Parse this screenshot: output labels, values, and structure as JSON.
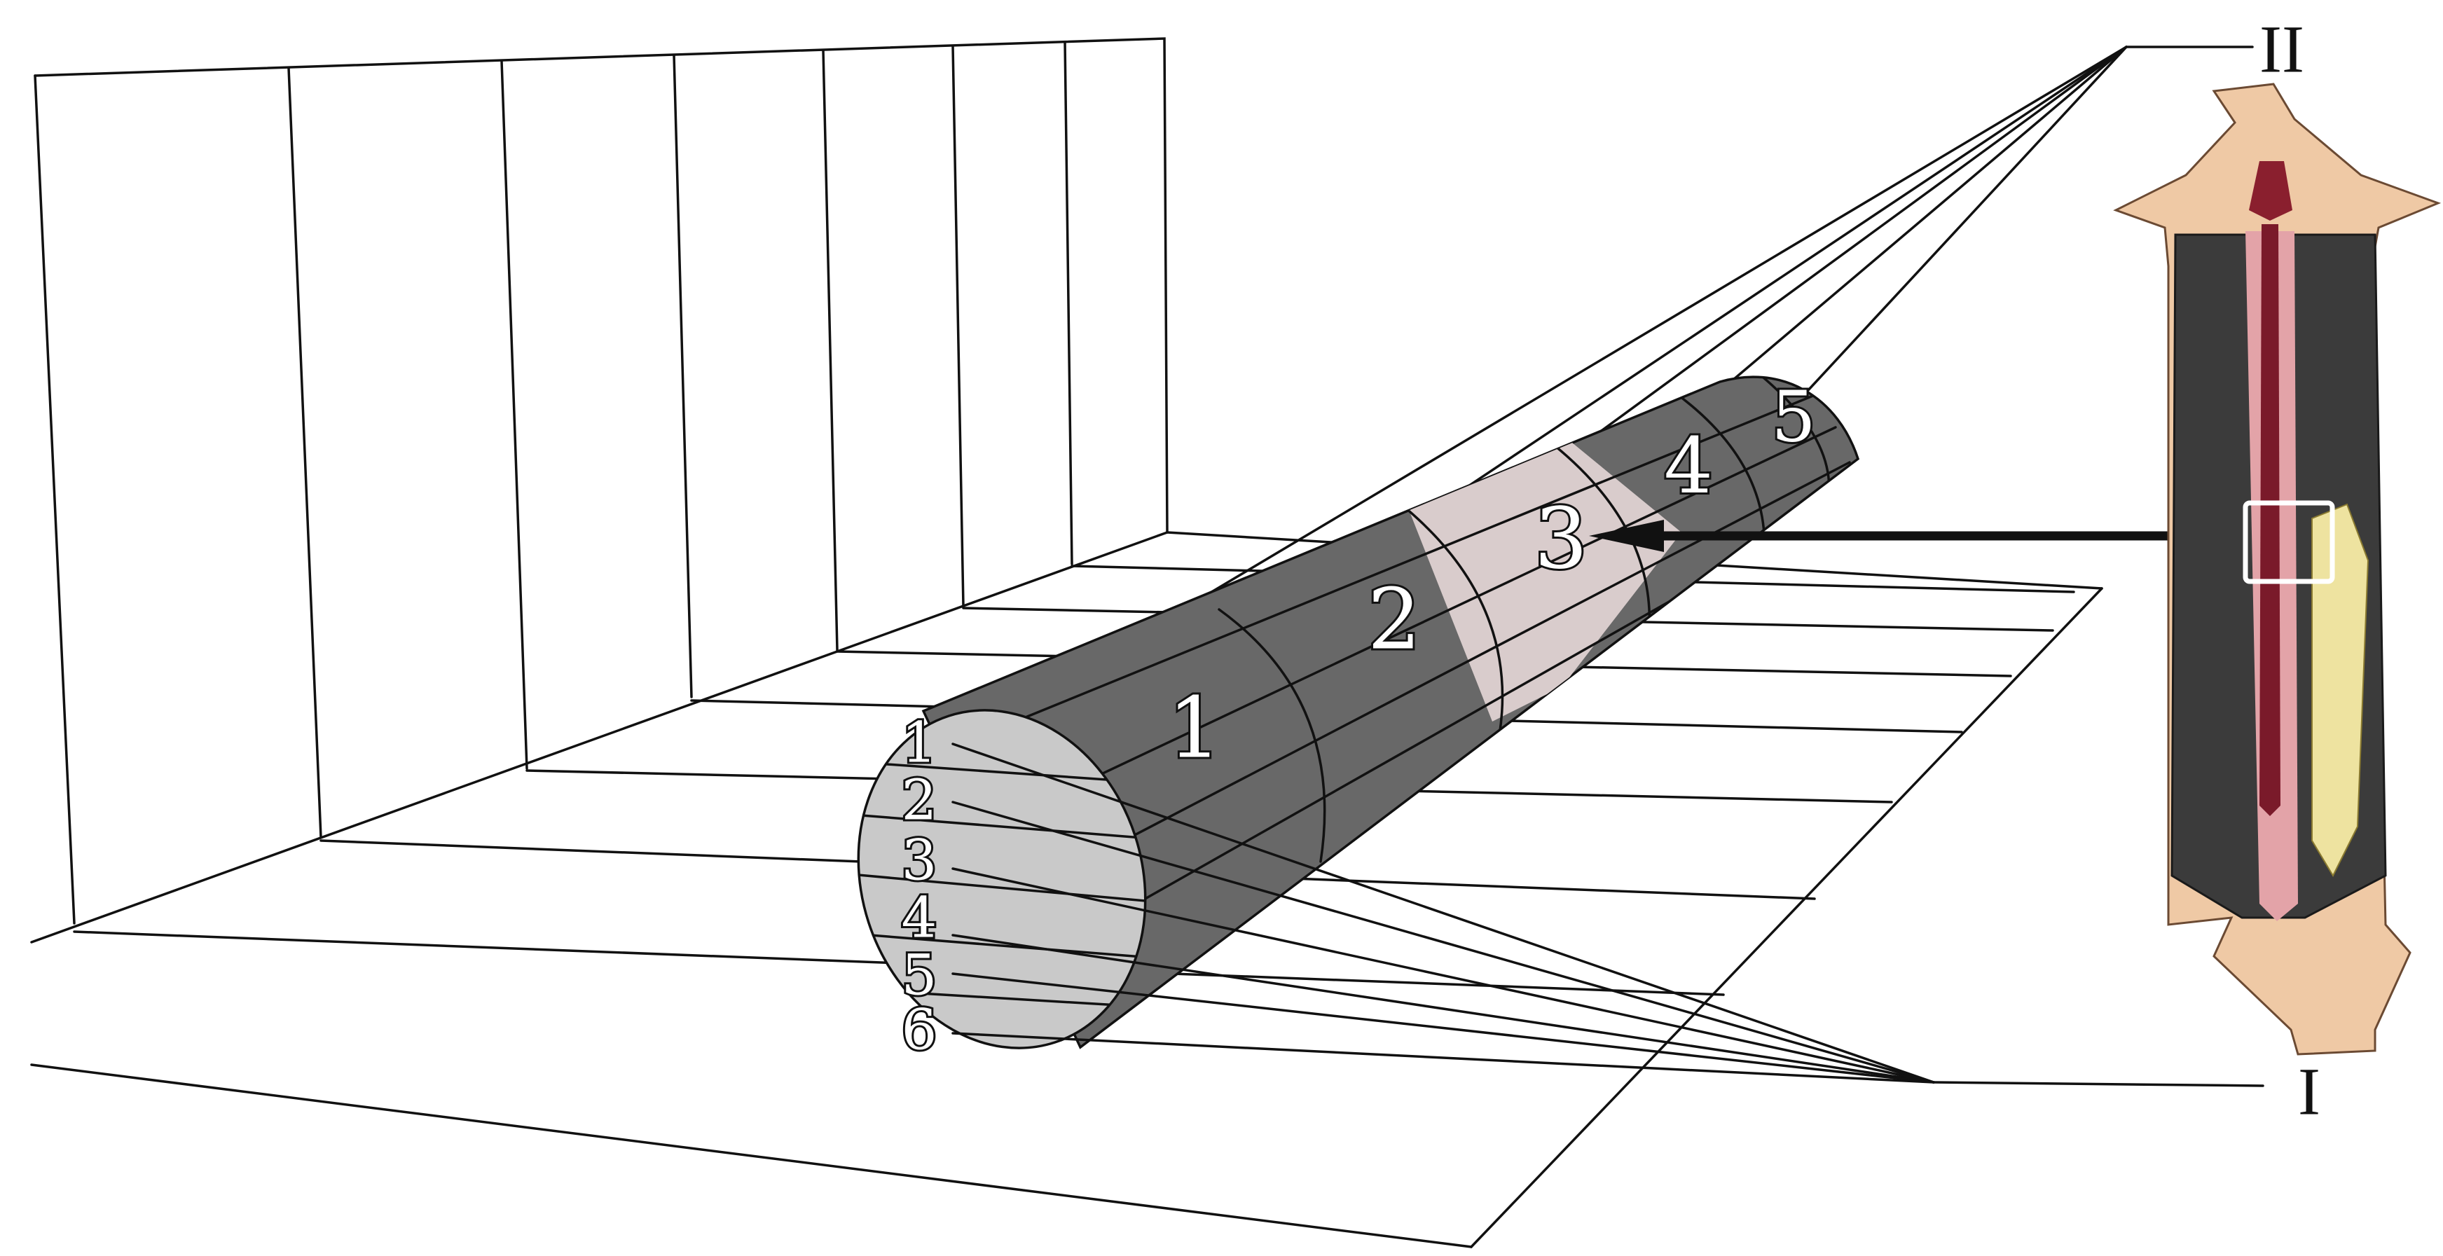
{
  "diagram": {
    "roman_labels": {
      "left_set": "I",
      "right_set": "II"
    },
    "face_numbers": [
      "1",
      "2",
      "3",
      "4",
      "5",
      "6"
    ],
    "segment_numbers": [
      "1",
      "2",
      "3",
      "4",
      "5"
    ],
    "highlighted_segment": "3",
    "colors": {
      "cylinder_body": "#686868",
      "cylinder_face": "#c9c9c9",
      "highlight_segment": "#d9cccc",
      "specimen_skin": "#efc9a5",
      "specimen_cavity": "#3b3b3b",
      "specimen_tube": "#e3a3a8",
      "specimen_core": "#7a1a2a",
      "specimen_yellow": "#eee3a0",
      "line": "#111111"
    },
    "icons": {
      "arrow": "double-headed-arrow",
      "specimen": "dissected-specimen-illustration"
    }
  }
}
